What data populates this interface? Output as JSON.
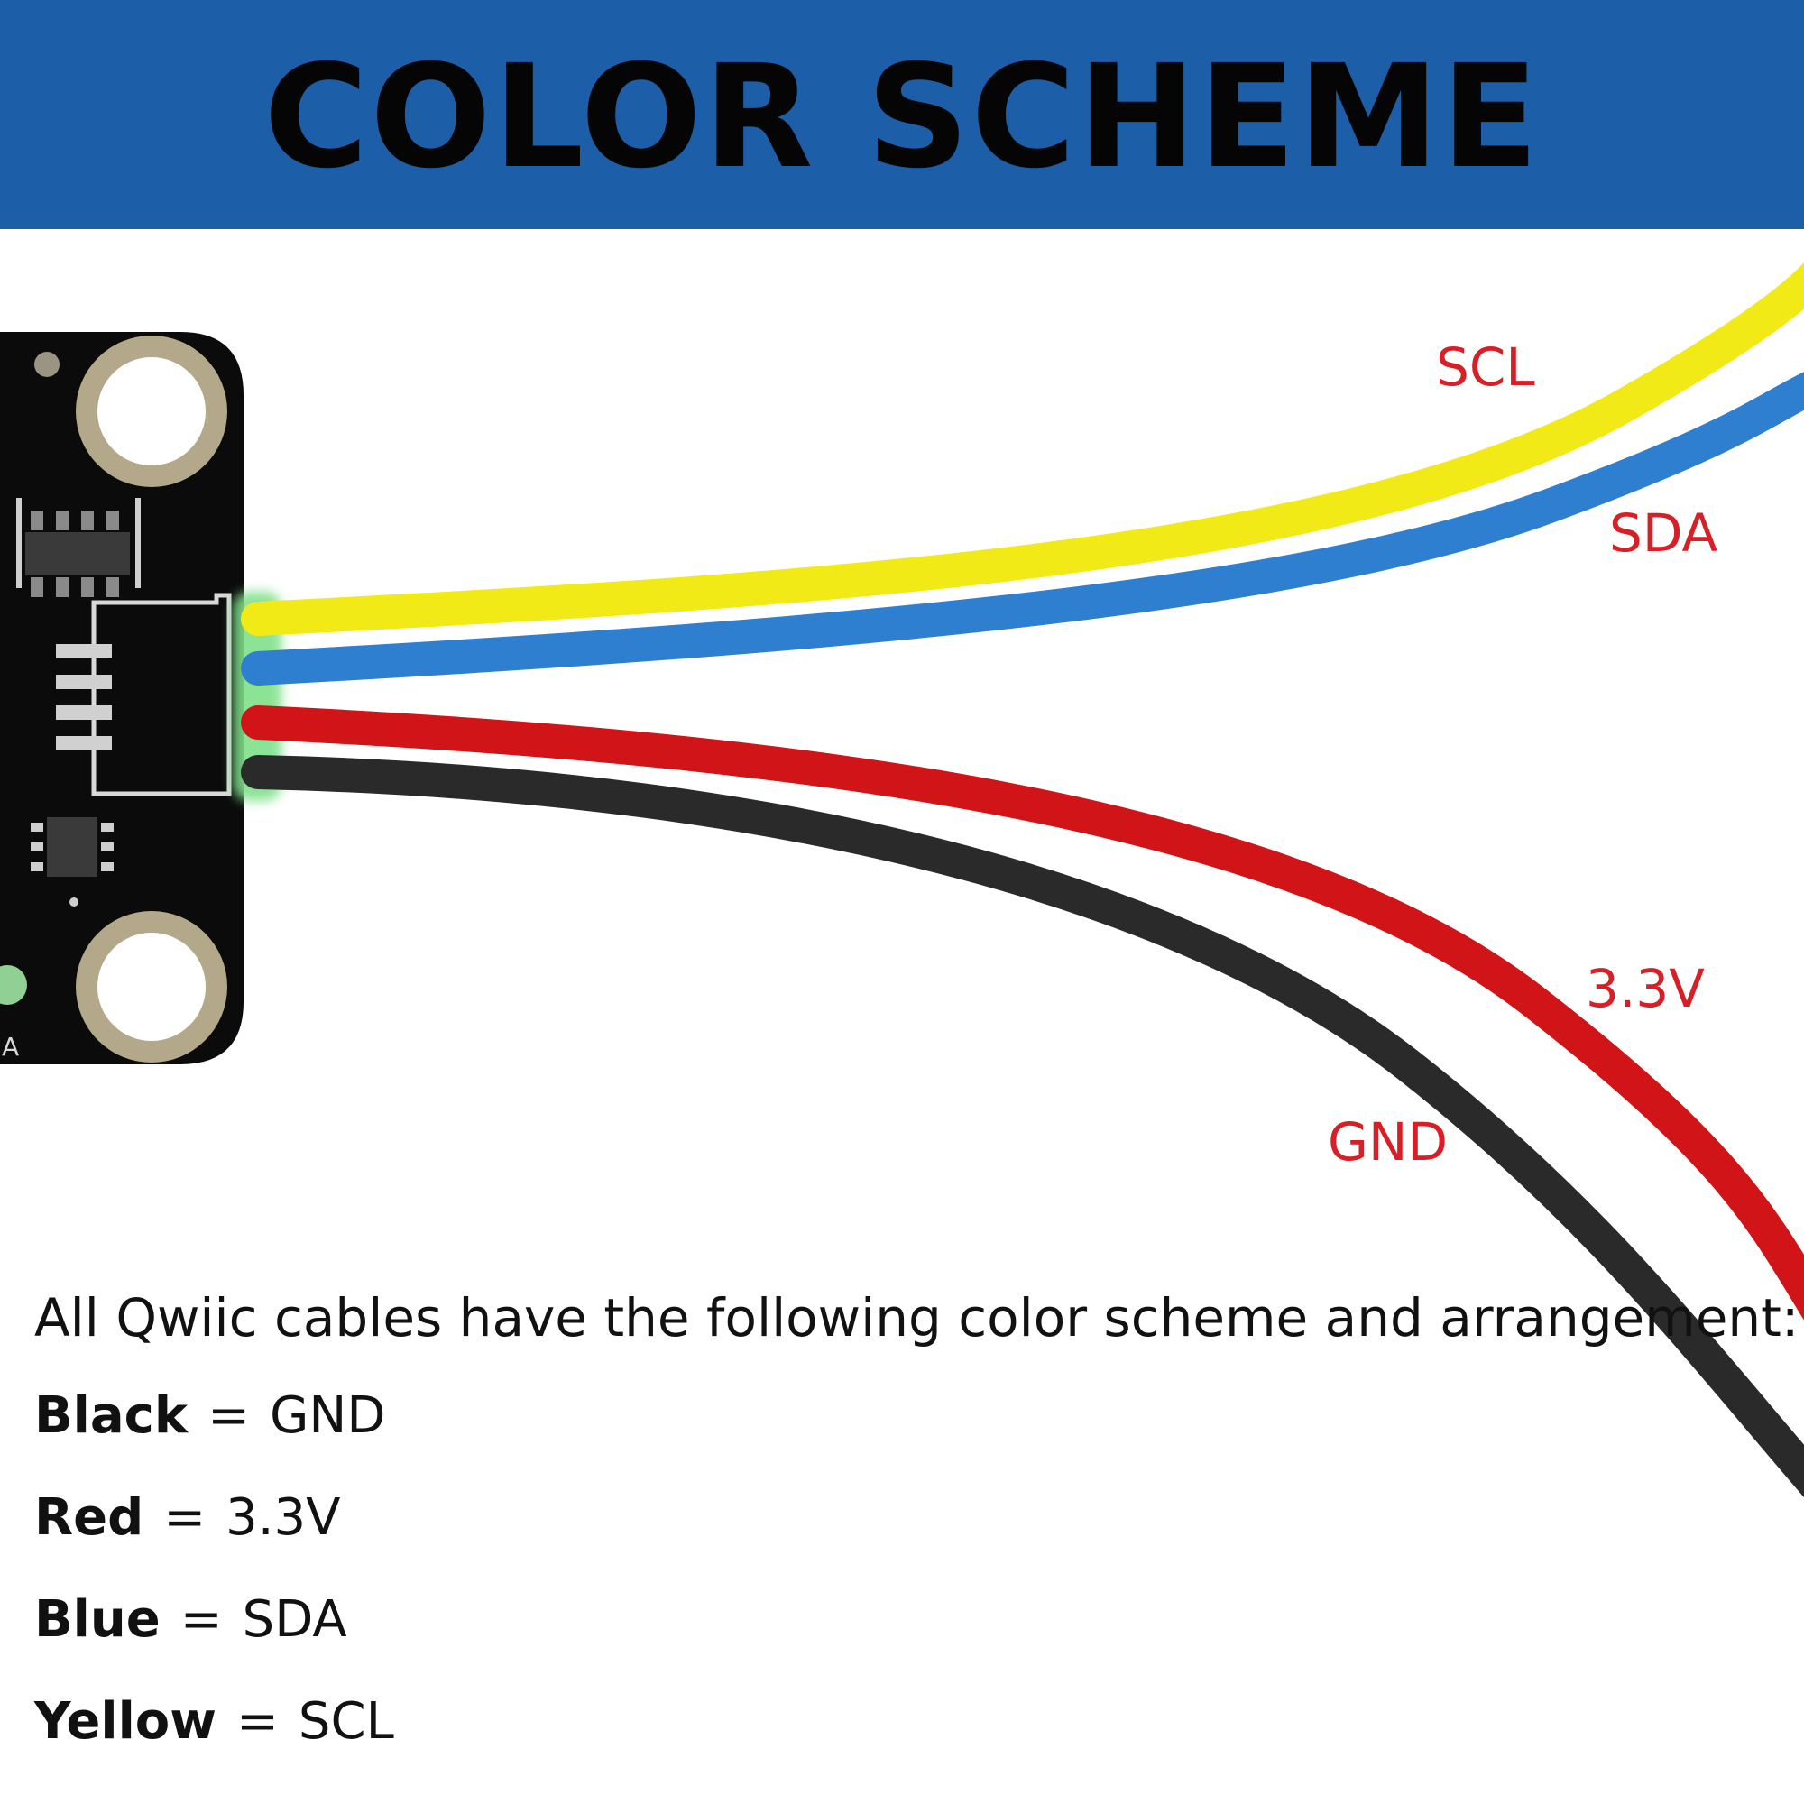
{
  "header": {
    "title": "COLOR SCHEME",
    "background": "#1c5ea8"
  },
  "wires": [
    {
      "label": "SCL",
      "color_hex": "#f2ea17"
    },
    {
      "label": "SDA",
      "color_hex": "#2f7fd1"
    },
    {
      "label": "3.3V",
      "color_hex": "#d11418"
    },
    {
      "label": "GND",
      "color_hex": "#2a2a2a"
    }
  ],
  "label_color": "#d61f26",
  "board": {
    "pcb_color": "#0b0b0b",
    "silkscreen_partial_text": "A",
    "connector_glow": "#7fe08a"
  },
  "legend": {
    "intro": "All Qwiic cables have the following color scheme and arrangement:",
    "rows": [
      {
        "color": "Black",
        "eq": "=",
        "signal": "GND"
      },
      {
        "color": "Red",
        "eq": "=",
        "signal": "3.3V"
      },
      {
        "color": "Blue",
        "eq": "=",
        "signal": "SDA"
      },
      {
        "color": "Yellow",
        "eq": "=",
        "signal": "SCL"
      }
    ]
  }
}
